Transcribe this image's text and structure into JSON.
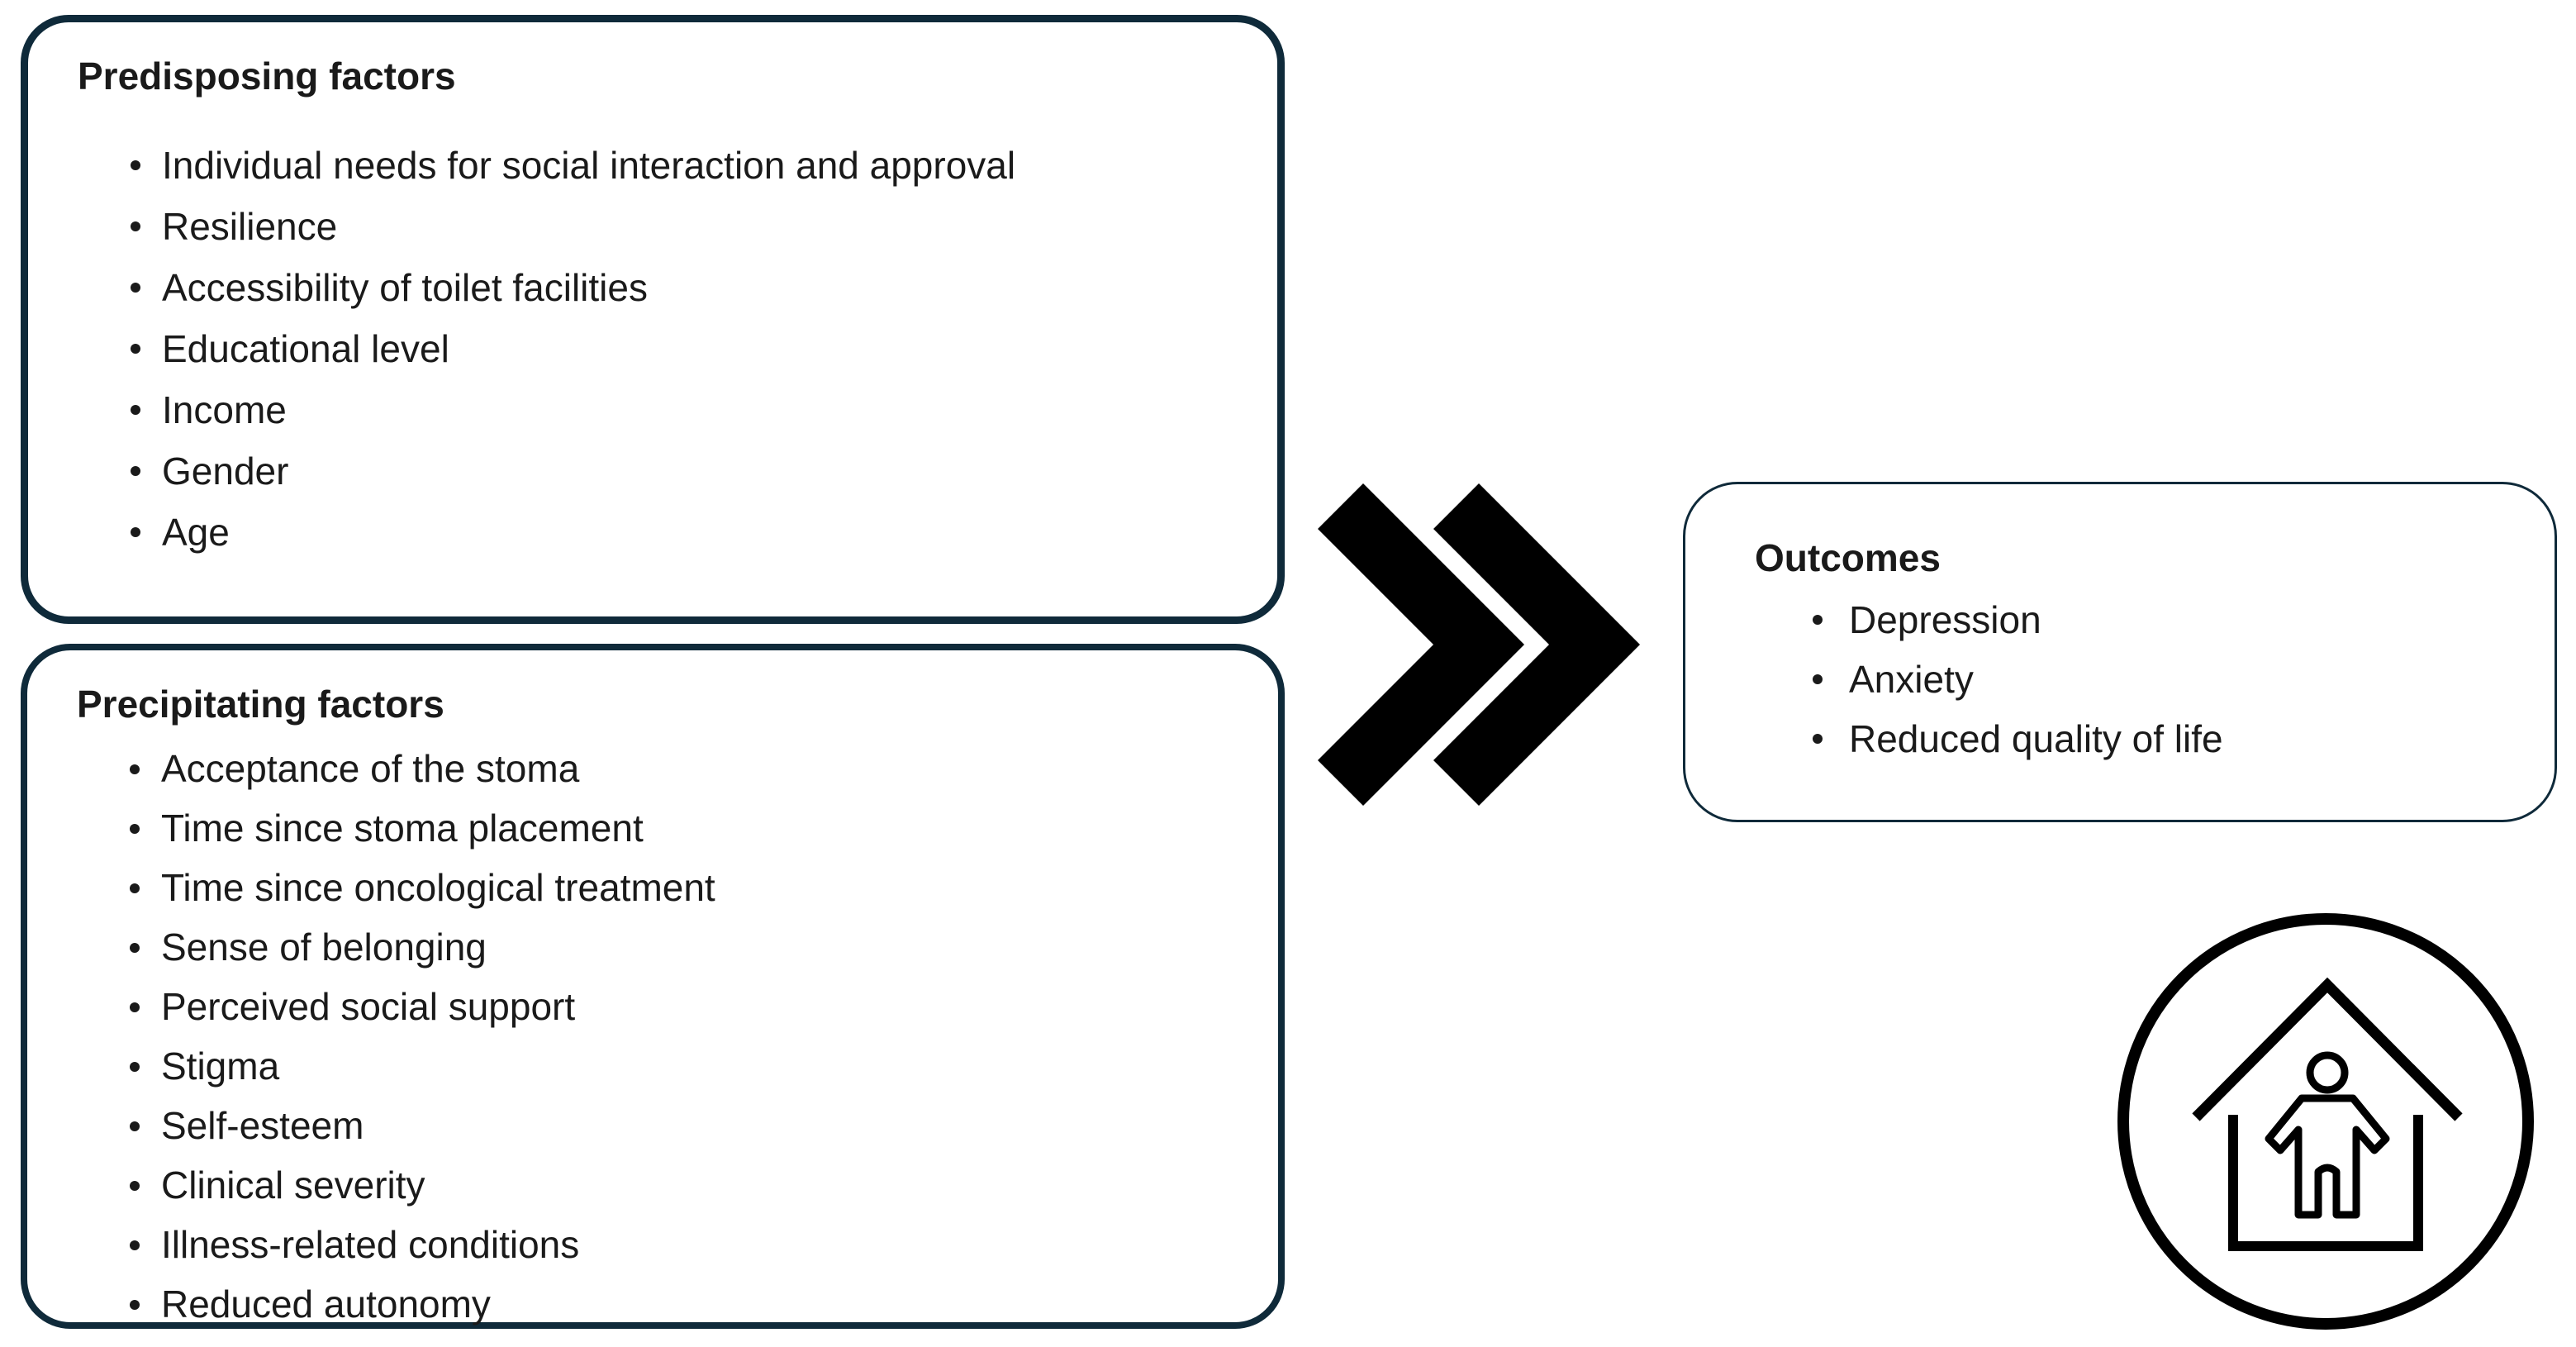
{
  "figure": {
    "predisposing": {
      "title": "Predisposing factors",
      "items": [
        "Individual needs for social interaction and approval",
        "Resilience",
        "Accessibility of toilet facilities",
        "Educational level",
        "Income",
        "Gender",
        "Age"
      ]
    },
    "precipitating": {
      "title": "Precipitating factors",
      "items": [
        "Acceptance of the stoma",
        "Time since stoma placement",
        "Time since oncological treatment",
        "Sense of belonging",
        "Perceived social support",
        "Stigma",
        "Self-esteem",
        "Clinical severity",
        "Illness-related conditions",
        "Reduced autonomy"
      ]
    },
    "outcomes": {
      "title": "Outcomes",
      "items": [
        "Depression",
        "Anxiety",
        "Reduced quality of life"
      ]
    },
    "icons": {
      "chevron": "double-chevron-right-icon",
      "house": "person-in-house-icon"
    }
  },
  "colors": {
    "border_navy": "#0f2a3a",
    "text": "#1a1a1a",
    "icon_black": "#000000",
    "background": "#ffffff"
  }
}
